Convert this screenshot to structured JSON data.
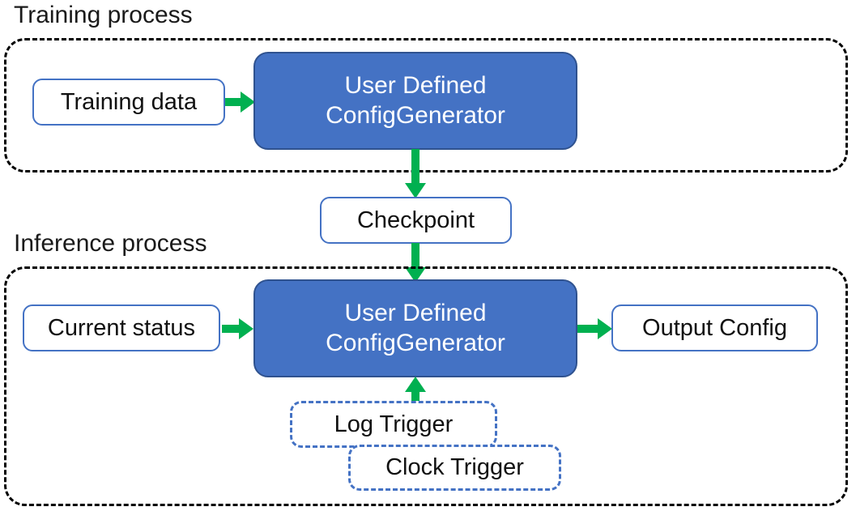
{
  "diagram": {
    "title_training": "Training process",
    "title_inference": "Inference process",
    "colors": {
      "process_fill": "#4472C4",
      "process_border": "#2F528F",
      "box_border": "#4472C4",
      "arrow": "#00B050",
      "group_border": "#000000",
      "text_dark": "#111111",
      "text_light": "#FFFFFF"
    },
    "training": {
      "input_box": "Training data",
      "process_line1": "User Defined",
      "process_line2": "ConfigGenerator"
    },
    "checkpoint": {
      "label": "Checkpoint"
    },
    "inference": {
      "input_box": "Current status",
      "process_line1": "User Defined",
      "process_line2": "ConfigGenerator",
      "output_box": "Output Config",
      "trigger_log": "Log Trigger",
      "trigger_clock": "Clock Trigger"
    },
    "arrows": [
      {
        "name": "training-data-to-generator",
        "direction": "right"
      },
      {
        "name": "training-generator-to-checkpoint",
        "direction": "down"
      },
      {
        "name": "checkpoint-to-inference-generator",
        "direction": "down"
      },
      {
        "name": "current-status-to-generator",
        "direction": "right"
      },
      {
        "name": "generator-to-output-config",
        "direction": "right"
      },
      {
        "name": "triggers-to-generator",
        "direction": "up"
      }
    ]
  }
}
